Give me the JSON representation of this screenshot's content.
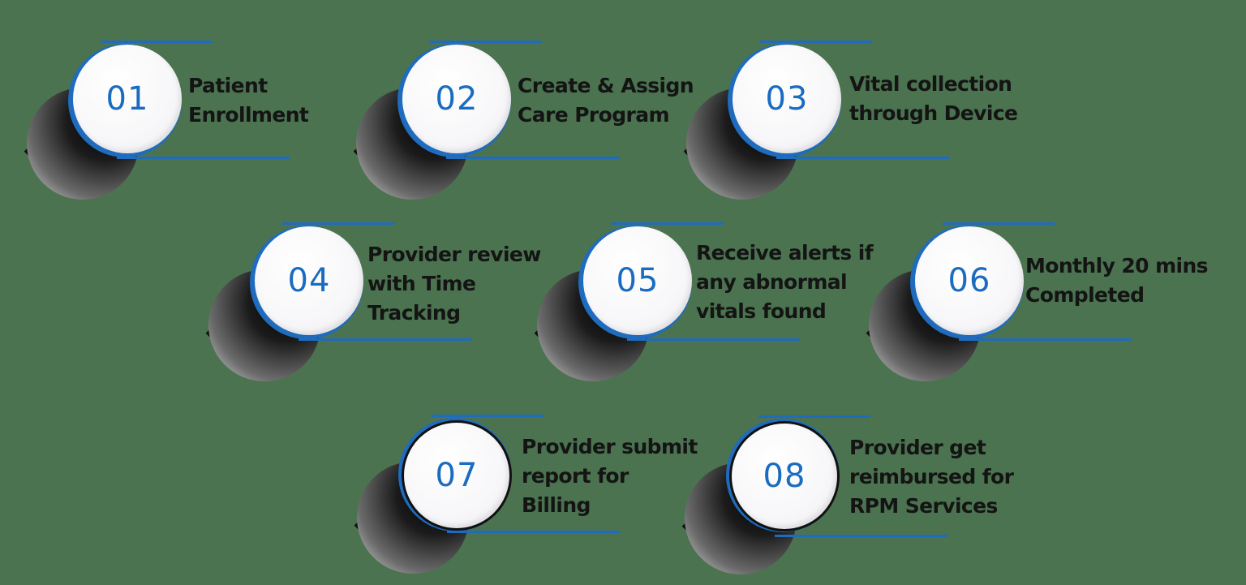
{
  "diagram": {
    "type": "numbered-process-steps",
    "colors": {
      "background": "#4b7350",
      "accent": "#1f6bbd",
      "number": "#1a6cc0",
      "text": "#141414",
      "circle_fill": "#f7f7f9"
    },
    "steps": [
      {
        "number": "01",
        "lines": [
          "Patient",
          "Enrollment"
        ]
      },
      {
        "number": "02",
        "lines": [
          "Create & Assign",
          "Care Program"
        ]
      },
      {
        "number": "03",
        "lines": [
          "Vital collection",
          "through Device"
        ]
      },
      {
        "number": "04",
        "lines": [
          "Provider review",
          "with Time",
          "Tracking"
        ]
      },
      {
        "number": "05",
        "lines": [
          "Receive alerts if",
          "any abnormal",
          "vitals found"
        ]
      },
      {
        "number": "06",
        "lines": [
          "Monthly 20 mins",
          "Completed"
        ]
      },
      {
        "number": "07",
        "lines": [
          "Provider submit",
          "report for",
          "Billing"
        ]
      },
      {
        "number": "08",
        "lines": [
          "Provider get",
          "reimbursed for",
          "RPM Services"
        ]
      }
    ]
  }
}
